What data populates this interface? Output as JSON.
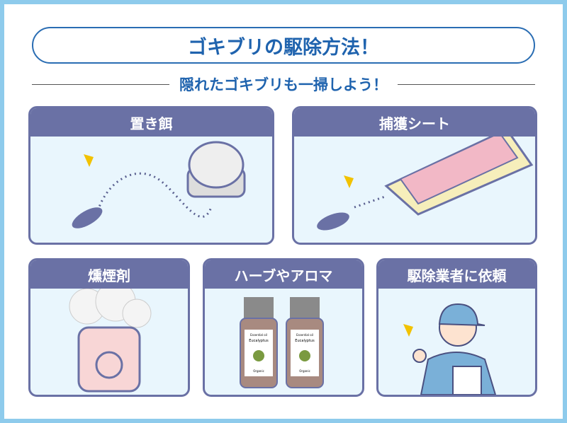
{
  "title": "ゴキブリの駆除方法！",
  "subtitle": "隠れたゴキブリも一掃しよう！",
  "cards": [
    {
      "label": "置き餌"
    },
    {
      "label": "捕獲シート"
    },
    {
      "label": "燻煙剤"
    },
    {
      "label": "ハーブやアロマ",
      "bottle_labels": {
        "type": "Essential oil",
        "name": "Eucalyptus",
        "tag": "Organic"
      }
    },
    {
      "label": "駆除業者に依頼"
    }
  ],
  "colors": {
    "frame": "#8ecbec",
    "title": "#1f63ae",
    "card_header": "#6a71a5",
    "card_body": "#e9f6fd"
  }
}
